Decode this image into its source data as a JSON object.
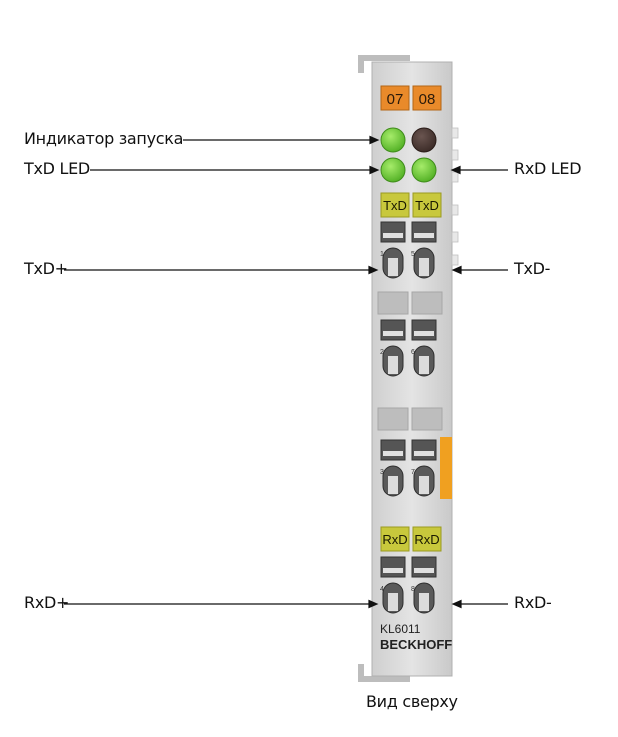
{
  "labels": {
    "run_indicator": "Индикатор запуска",
    "txd_led": "TxD LED",
    "rxd_led": "RxD LED",
    "txd_plus": "TxD+",
    "txd_minus": "TxD-",
    "rxd_plus": "RxD+",
    "rxd_minus": "RxD-",
    "view": "Вид сверху"
  },
  "module": {
    "channel_left": "07",
    "channel_right": "08",
    "tx_left": "TxD",
    "tx_right": "TxD",
    "rx_left": "RxD",
    "rx_right": "RxD",
    "model": "KL6011",
    "brand": "BECKHOFF",
    "terminal_numbers": [
      "1",
      "5",
      "2",
      "6",
      "3",
      "7",
      "4",
      "8"
    ]
  },
  "colors": {
    "body": "#d9d9d9",
    "led_green": "#6ec43a",
    "led_off": "#4a3a36",
    "channel_orange": "#e98a2a",
    "label_yellow": "#c8c83c",
    "accent_orange": "#f0a020"
  }
}
